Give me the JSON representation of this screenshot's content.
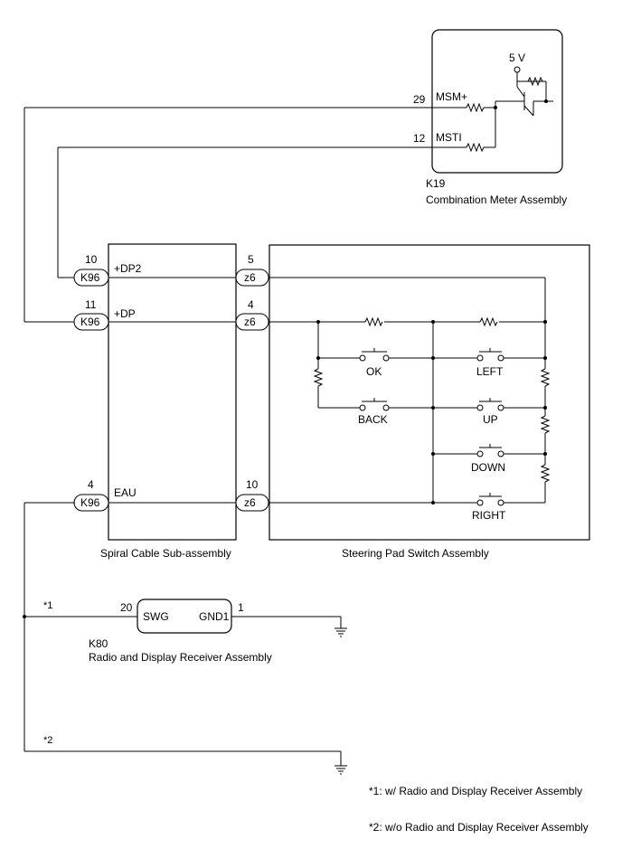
{
  "components": {
    "k19": {
      "code": "K19",
      "name": "Combination Meter Assembly",
      "supply": "5 V"
    },
    "k80": {
      "code": "K80",
      "name": "Radio and Display Receiver Assembly"
    },
    "spiral": {
      "name": "Spiral Cable Sub-assembly"
    },
    "steering": {
      "name": "Steering Pad Switch Assembly"
    }
  },
  "pins": {
    "k19_29": "29",
    "k19_29_name": "MSM+",
    "k19_12": "12",
    "k19_12_name": "MSTI",
    "k96_10": "10",
    "k96_10_name": "+DP2",
    "k96_11": "11",
    "k96_11_name": "+DP",
    "k96_4": "4",
    "k96_4_name": "EAU",
    "z6_5": "5",
    "z6_4": "4",
    "z6_10": "10",
    "k80_20": "20",
    "k80_20_name": "SWG",
    "k80_1": "1",
    "k80_1_name": "GND1"
  },
  "connectors": {
    "k96": "K96",
    "z6": "z6"
  },
  "switches": {
    "ok": "OK",
    "left": "LEFT",
    "back": "BACK",
    "up": "UP",
    "down": "DOWN",
    "right": "RIGHT"
  },
  "notes": {
    "mark1": "*1",
    "mark2": "*2",
    "note1": "*1: w/ Radio and Display Receiver Assembly",
    "note2": "*2: w/o Radio and Display Receiver Assembly"
  }
}
